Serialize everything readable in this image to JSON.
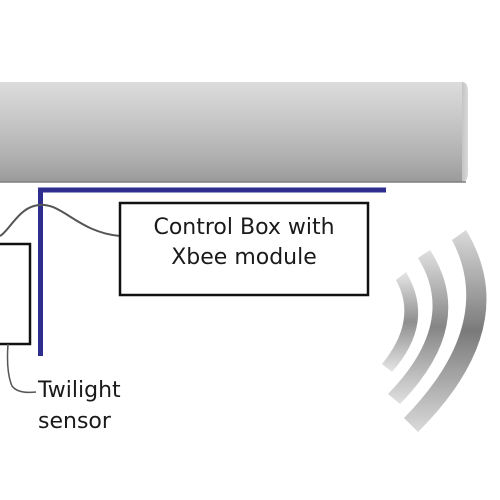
{
  "diagram": {
    "control_box": {
      "line1": "Control Box with",
      "line2": "Xbee module"
    },
    "sensor": {
      "line1": "Twilight",
      "line2": "sensor"
    }
  },
  "colors": {
    "bracket": "#2e2e8f",
    "box_stroke": "#111111",
    "cable": "#555555"
  },
  "icons": [
    "wireless-signal-icon"
  ]
}
